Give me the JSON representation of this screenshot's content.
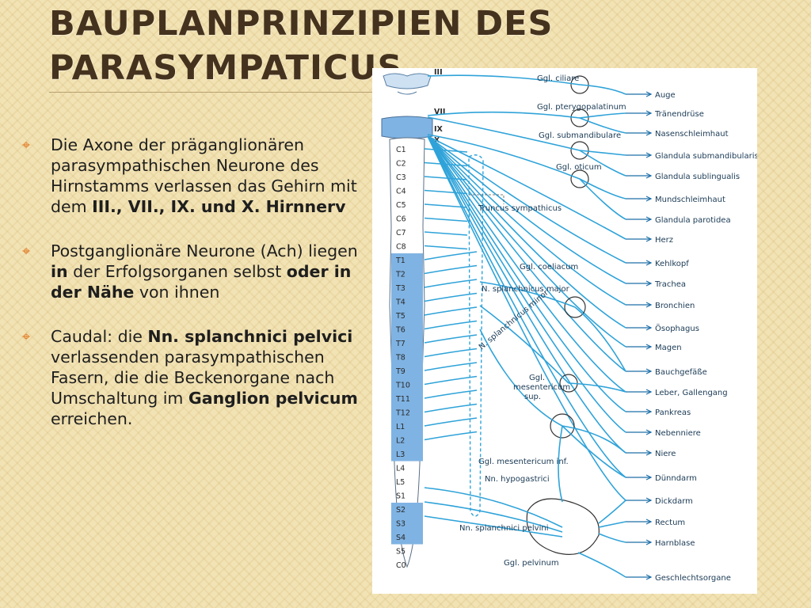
{
  "title": {
    "line1": "BAUPLANPRINZIPIEN DES",
    "line2": "PARASYMPATICUS"
  },
  "bullets": [
    [
      "Die Axone der präganglionären parasympathischen Neurone des Hirnstamms verlassen das Gehirn mit dem ",
      {
        "b": "III., VII., IX. und X. Hirnnerv"
      }
    ],
    [
      "Postganglionäre Neurone (Ach) liegen ",
      {
        "b": "in"
      },
      " der Erfolgsorganen selbst ",
      {
        "b": "oder in der Nähe"
      },
      " von ihnen"
    ],
    [
      "Caudal: die ",
      {
        "b": "Nn. splanchnici pelvici"
      },
      " verlassenden parasympathischen Fasern, die die Beckenorgane nach Umschaltung im ",
      {
        "b": "Ganglion pelvicum"
      },
      " erreichen."
    ]
  ],
  "figure": {
    "cranial_nerves": [
      "III",
      "VII",
      "IX",
      "X"
    ],
    "segments": [
      "C1",
      "C2",
      "C3",
      "C4",
      "C5",
      "C6",
      "C7",
      "C8",
      "T1",
      "T2",
      "T3",
      "T4",
      "T5",
      "T6",
      "T7",
      "T8",
      "T9",
      "T10",
      "T11",
      "T12",
      "L1",
      "L2",
      "L3",
      "L4",
      "L5",
      "S1",
      "S2",
      "S3",
      "S4",
      "S5",
      "C0"
    ],
    "ganglia": [
      "Ggl. ciliare",
      "Ggl. pterygopalatinum",
      "Ggl. submandibulare",
      "Ggl. oticum",
      "Ggl. coeliacum",
      "Ggl. mesentericum sup.",
      "Ggl. mesentericum inf.",
      "Ggl. pelvinum"
    ],
    "nerve_labels": [
      "Truncus sympathicus",
      "N. splanchnicus major",
      "N. splanchnicus minor",
      "Nn. hypogastrici",
      "Nn. splanchnici pelvini"
    ],
    "organs": [
      "Auge",
      "Tränendrüse",
      "Nasenschleimhaut",
      "Glandula submandibularis",
      "Glandula sublingualis",
      "Mundschleimhaut",
      "Glandula parotidea",
      "Herz",
      "Kehlkopf",
      "Trachea",
      "Bronchien",
      "Ösophagus",
      "Magen",
      "Bauchgefäße",
      "Leber, Gallengang",
      "Pankreas",
      "Nebenniere",
      "Niere",
      "Dünndarm",
      "Dickdarm",
      "Rectum",
      "Harnblase",
      "Geschlechtsorgane"
    ],
    "colors": {
      "nerve": "#2fa3d9",
      "segment_highlight": "#7fb3e3",
      "arrow": "#1e6fa8"
    }
  }
}
